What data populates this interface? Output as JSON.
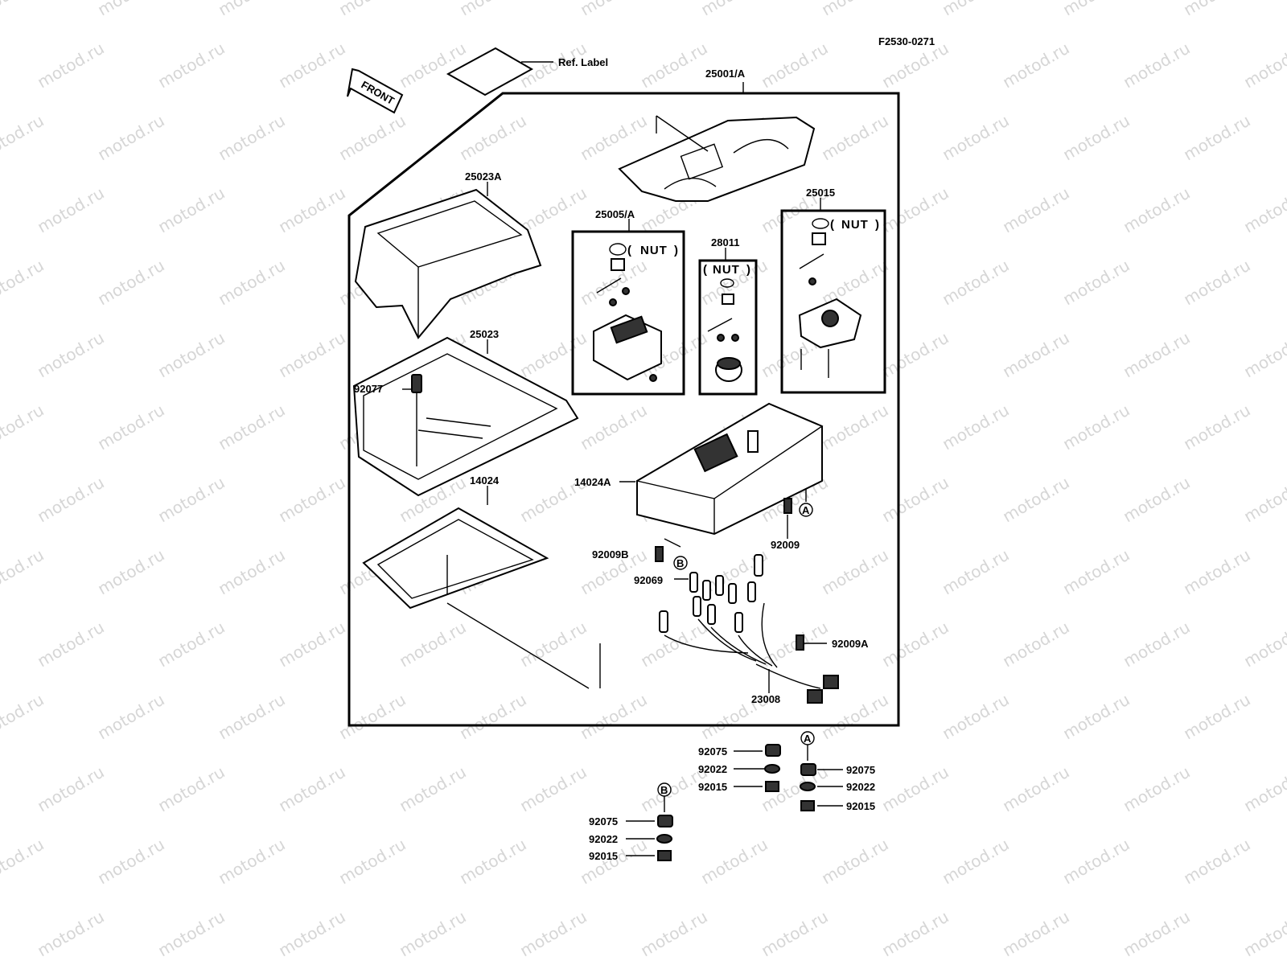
{
  "diagram": {
    "figure_code": "F2530-0271",
    "front_label": "FRONT",
    "ref_label": "Ref. Label",
    "watermark": "motod.ru",
    "nut_text": "NUT",
    "callouts": {
      "c25001A": "25001/A",
      "c25023A": "25023A",
      "c25023": "25023",
      "c92077": "92077",
      "c14024": "14024",
      "c25005A": "25005/A",
      "c28011": "28011",
      "c25015": "25015",
      "c14024A": "14024A",
      "c92009": "92009",
      "c92009B": "92009B",
      "c92069": "92069",
      "c92009A": "92009A",
      "c23008": "23008",
      "g1_92075": "92075",
      "g1_92022": "92022",
      "g1_92015": "92015",
      "g2_92075": "92075",
      "g2_92022": "92022",
      "g2_92015": "92015",
      "g3_92075": "92075",
      "g3_92022": "92022",
      "g3_92015": "92015"
    },
    "markers": {
      "A": "A",
      "B": "B"
    }
  }
}
